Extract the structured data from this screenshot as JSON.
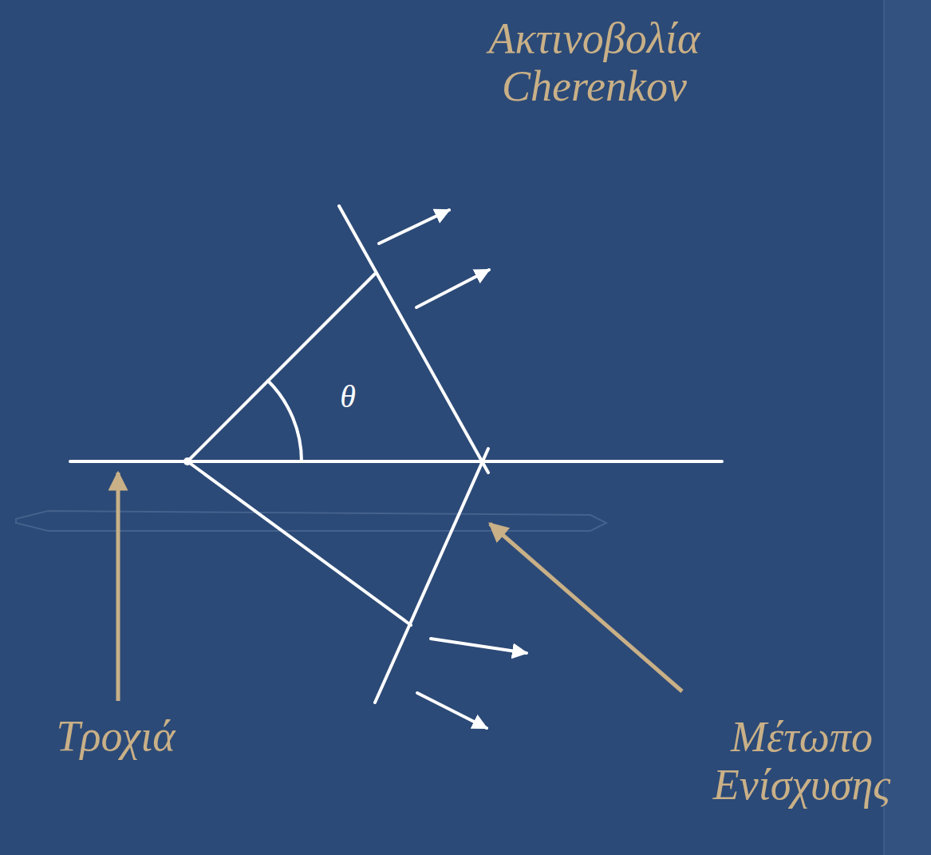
{
  "diagram": {
    "labels": [
      "Ακτινοβολία Cherenkov",
      "θ",
      "Τροχιά",
      "Μέτωπο Ενίσχυσης"
    ]
  }
}
